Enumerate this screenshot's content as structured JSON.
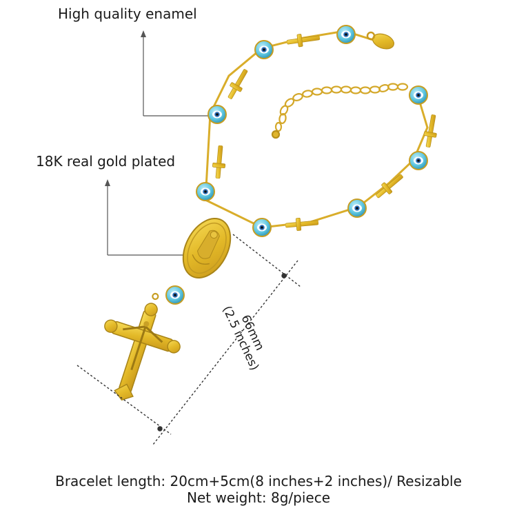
{
  "callouts": {
    "enamel": "High quality enamel",
    "gold": "18K real gold plated"
  },
  "dimension": {
    "metric": "66mm",
    "imperial": "(2.5 inches)"
  },
  "specs": {
    "length": "Bracelet length: 20cm+5cm(8 inches+2 inches)/ Resizable",
    "weight": "Net weight: 8g/piece"
  },
  "colors": {
    "gold": "#e8c234",
    "gold_dark": "#b8901a",
    "enamel": "#5ec6e0",
    "enamel_dark": "#2a8fb0"
  }
}
